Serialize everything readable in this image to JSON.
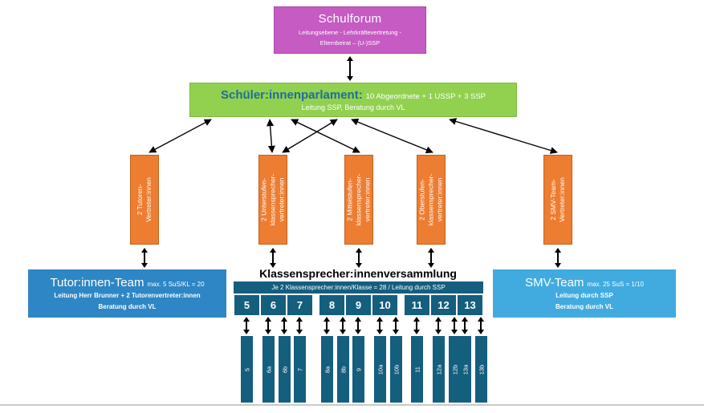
{
  "diagram": {
    "schulforum": {
      "title": "Schulforum",
      "subtitle": "Leitungsebene -  Lehrkräftevertretung -\nElternbeirat – (U-)SSP"
    },
    "parlament": {
      "title": "Schüler:innenparlament:",
      "detail": "10 Abgeordnete + 1 USSP + 3 SSP",
      "subtitle": "Leitung SSP, Beratung durch VL"
    },
    "delegates": [
      "2 Tutoren-\nVertreter:innen",
      "2 Unterstufen-\nklassensprecher-\nvertreter:innen",
      "2 Mittelstufen-\nklassensprecher-\nvertreter:innen",
      "2 Oberstufen-\nklassensprecher-\nvertreter:innen",
      "2 SMV-Team-\nVertreter:innen"
    ],
    "tutor_team": {
      "title": "Tutor:innen-Team",
      "note": "max. 5 SuS/KL = 20",
      "line1": "Leitung Herr Brunner + 2 Tutorenvertreter:innen",
      "line2": "Beratung durch VL"
    },
    "versammlung": {
      "title": "Klassensprecher:innenversammlung",
      "subtitle": "Je 2 Klassensprecher:innen/Klasse = 28 / Leitung durch SSP",
      "grades": [
        "5",
        "6",
        "7",
        "8",
        "9",
        "10",
        "11",
        "12",
        "13"
      ],
      "classes": [
        "5",
        "6a",
        "6b",
        "7",
        "8a",
        "8b",
        "9",
        "10a",
        "10b",
        "11",
        "12a",
        "12b",
        "13a",
        "13b"
      ]
    },
    "smv_team": {
      "title": "SMV-Team",
      "note": "max. 25 SuS = 1/10",
      "line1": "Leitung durch SSP",
      "line2": "Beratung durch VL"
    },
    "colors": {
      "schulforum_purple": "#C55BC3",
      "parlament_green": "#92D050",
      "parlament_title_blue": "#1F6E96",
      "delegate_orange": "#ED7D31",
      "tutor_blue": "#2E86C4",
      "smv_light_blue": "#41ABDF",
      "dark_teal": "#145E7E",
      "arrow_black": "#000000"
    }
  }
}
